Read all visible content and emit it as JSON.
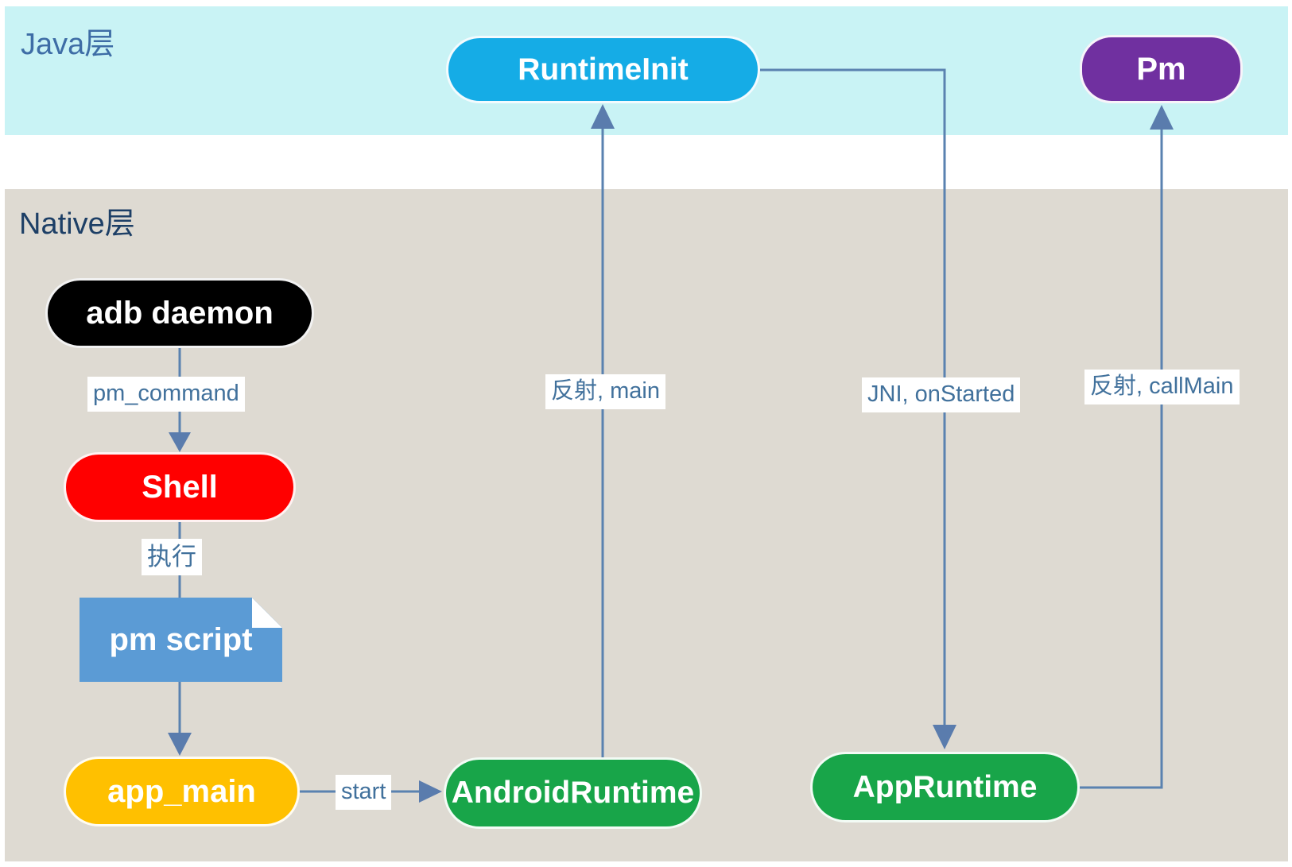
{
  "layers": {
    "java": {
      "label": "Java层"
    },
    "native": {
      "label": "Native层"
    }
  },
  "nodes": {
    "runtime_init": {
      "label": "RuntimeInit",
      "color": "#15ace6"
    },
    "pm": {
      "label": "Pm",
      "color": "#7030a0"
    },
    "adb_daemon": {
      "label": "adb daemon",
      "color": "#000000"
    },
    "shell": {
      "label": "Shell",
      "color": "#ff0000"
    },
    "pm_script": {
      "label": "pm script",
      "color": "#5b9bd5"
    },
    "app_main": {
      "label": "app_main",
      "color": "#ffc000"
    },
    "android_runtime": {
      "label": "AndroidRuntime",
      "color": "#18a549"
    },
    "app_runtime": {
      "label": "AppRuntime",
      "color": "#18a549"
    }
  },
  "edges": {
    "pm_command": {
      "label": "pm_command"
    },
    "exec": {
      "label": "执行"
    },
    "start": {
      "label": "start"
    },
    "reflect_main": {
      "label": "反射, main"
    },
    "jni_on_started": {
      "label": "JNI, onStarted"
    },
    "reflect_call_main": {
      "label": "反射, callMain"
    }
  },
  "colors": {
    "java_band": "#c9f3f5",
    "native_band": "#dedad2",
    "connector_line": "#5a82b0",
    "connector_head": "#5a7cad",
    "edge_label_text": "#41719c",
    "java_label_text": "#3e6da6",
    "native_label_text": "#1d3f66"
  }
}
